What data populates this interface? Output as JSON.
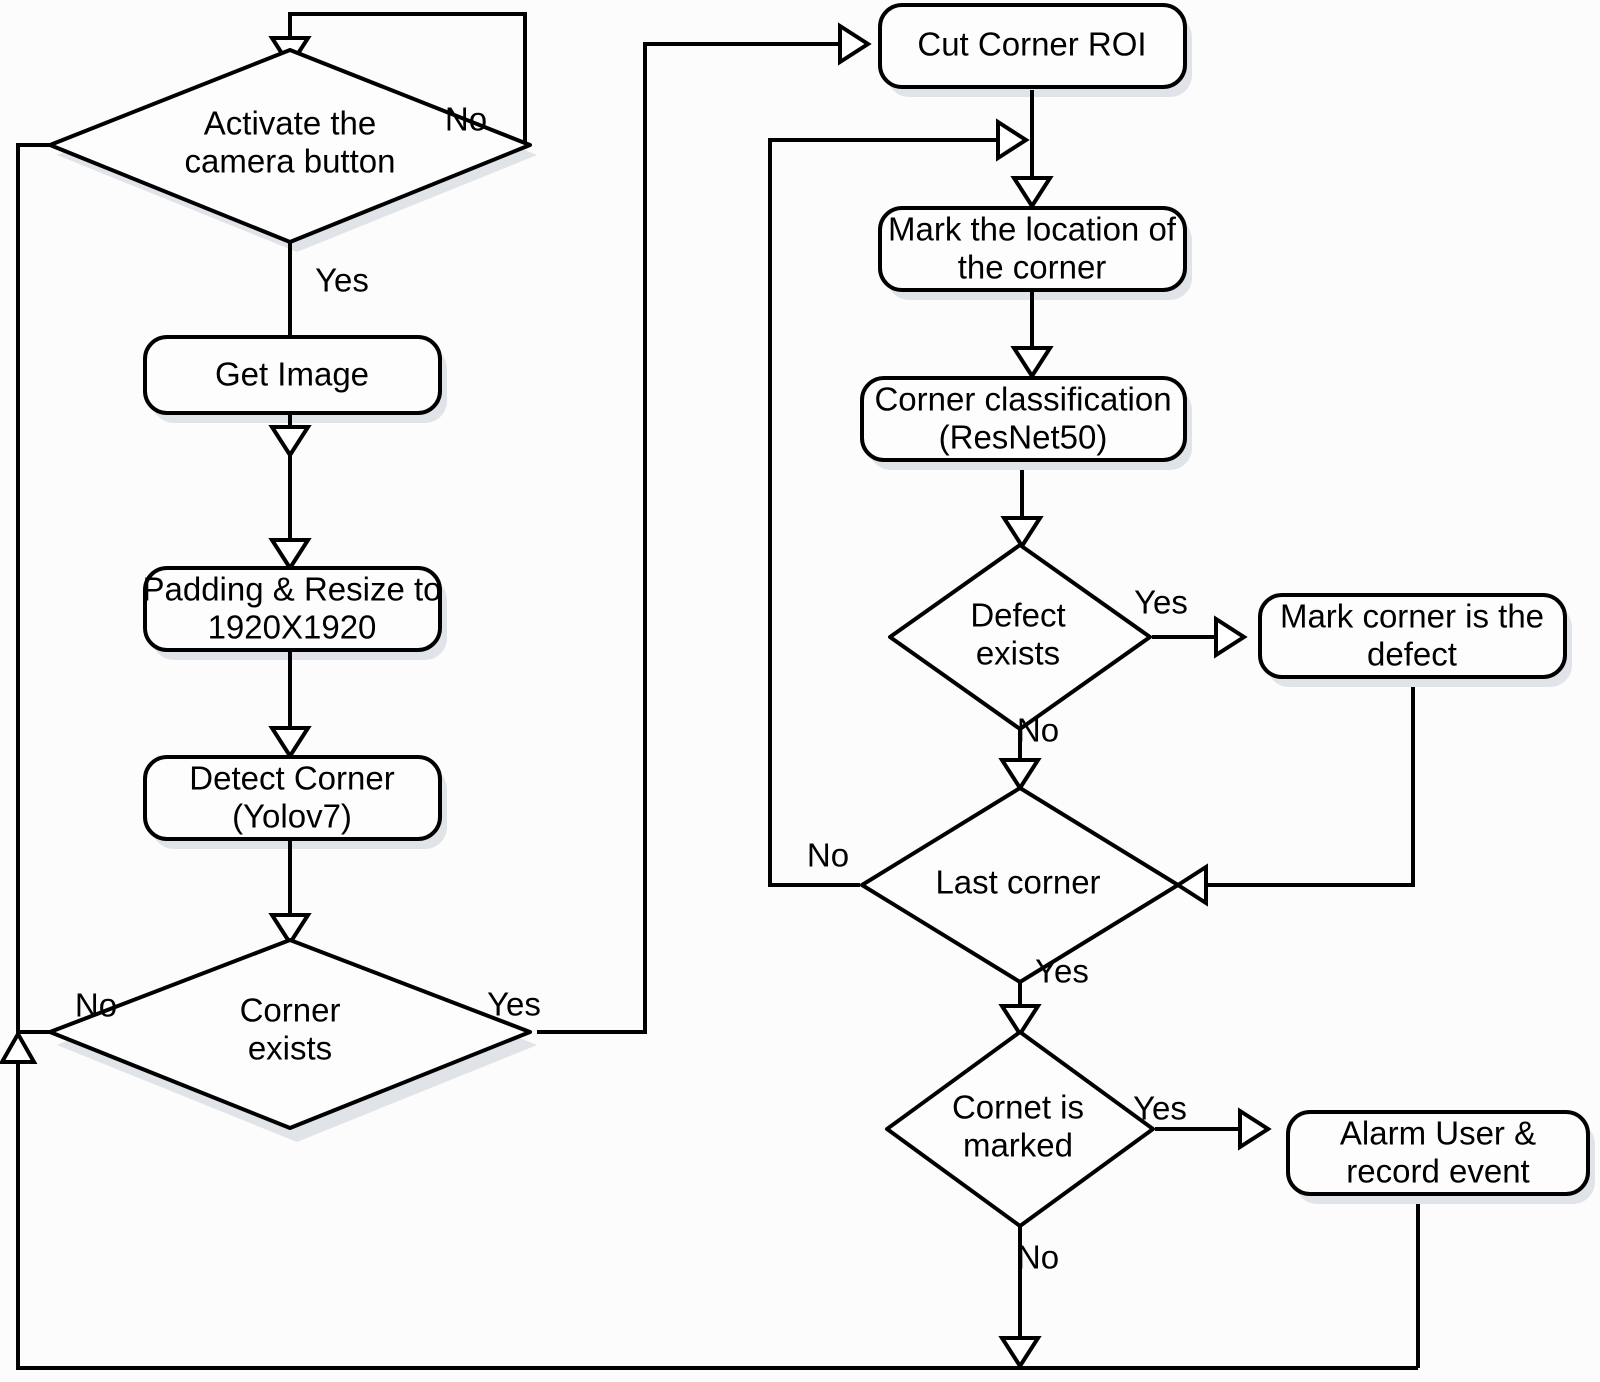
{
  "diagram": {
    "title": "Corner defect inspection flowchart",
    "background_color": "#fcfcfc",
    "line_color": "#000000",
    "node_fill": "#fdfdfd"
  },
  "nodes": {
    "activate_camera": {
      "label_line1": "Activate the",
      "label_line2": "camera button",
      "shape": "decision"
    },
    "get_image": {
      "label_line1": "Get Image",
      "label_line2": "",
      "shape": "process"
    },
    "padding_resize": {
      "label_line1": "Padding & Resize to",
      "label_line2": "1920X1920",
      "shape": "process"
    },
    "detect_corner": {
      "label_line1": "Detect Corner",
      "label_line2": "(Yolov7)",
      "shape": "process"
    },
    "corner_exists": {
      "label_line1": "Corner",
      "label_line2": "exists",
      "shape": "decision"
    },
    "cut_corner_roi": {
      "label_line1": "Cut Corner ROI",
      "label_line2": "",
      "shape": "process"
    },
    "mark_location": {
      "label_line1": "Mark the location of",
      "label_line2": "the corner",
      "shape": "process"
    },
    "corner_classification": {
      "label_line1": "Corner classification",
      "label_line2": "(ResNet50)",
      "shape": "process"
    },
    "defect_exists": {
      "label_line1": "Defect",
      "label_line2": "exists",
      "shape": "decision"
    },
    "mark_corner_defect": {
      "label_line1": "Mark corner is the",
      "label_line2": "defect",
      "shape": "process"
    },
    "last_corner": {
      "label_line1": "Last corner",
      "label_line2": "",
      "shape": "decision"
    },
    "cornet_is_marked": {
      "label_line1": "Cornet is",
      "label_line2": "marked",
      "shape": "decision"
    },
    "alarm_user": {
      "label_line1": "Alarm User &",
      "label_line2": "record event",
      "shape": "process"
    }
  },
  "edge_labels": {
    "activate_no": "No",
    "activate_yes": "Yes",
    "corner_exists_no": "No",
    "corner_exists_yes": "Yes",
    "defect_exists_yes": "Yes",
    "defect_exists_no": "No",
    "last_corner_no": "No",
    "last_corner_yes": "Yes",
    "cornet_marked_yes": "Yes",
    "cornet_marked_no": "No"
  }
}
